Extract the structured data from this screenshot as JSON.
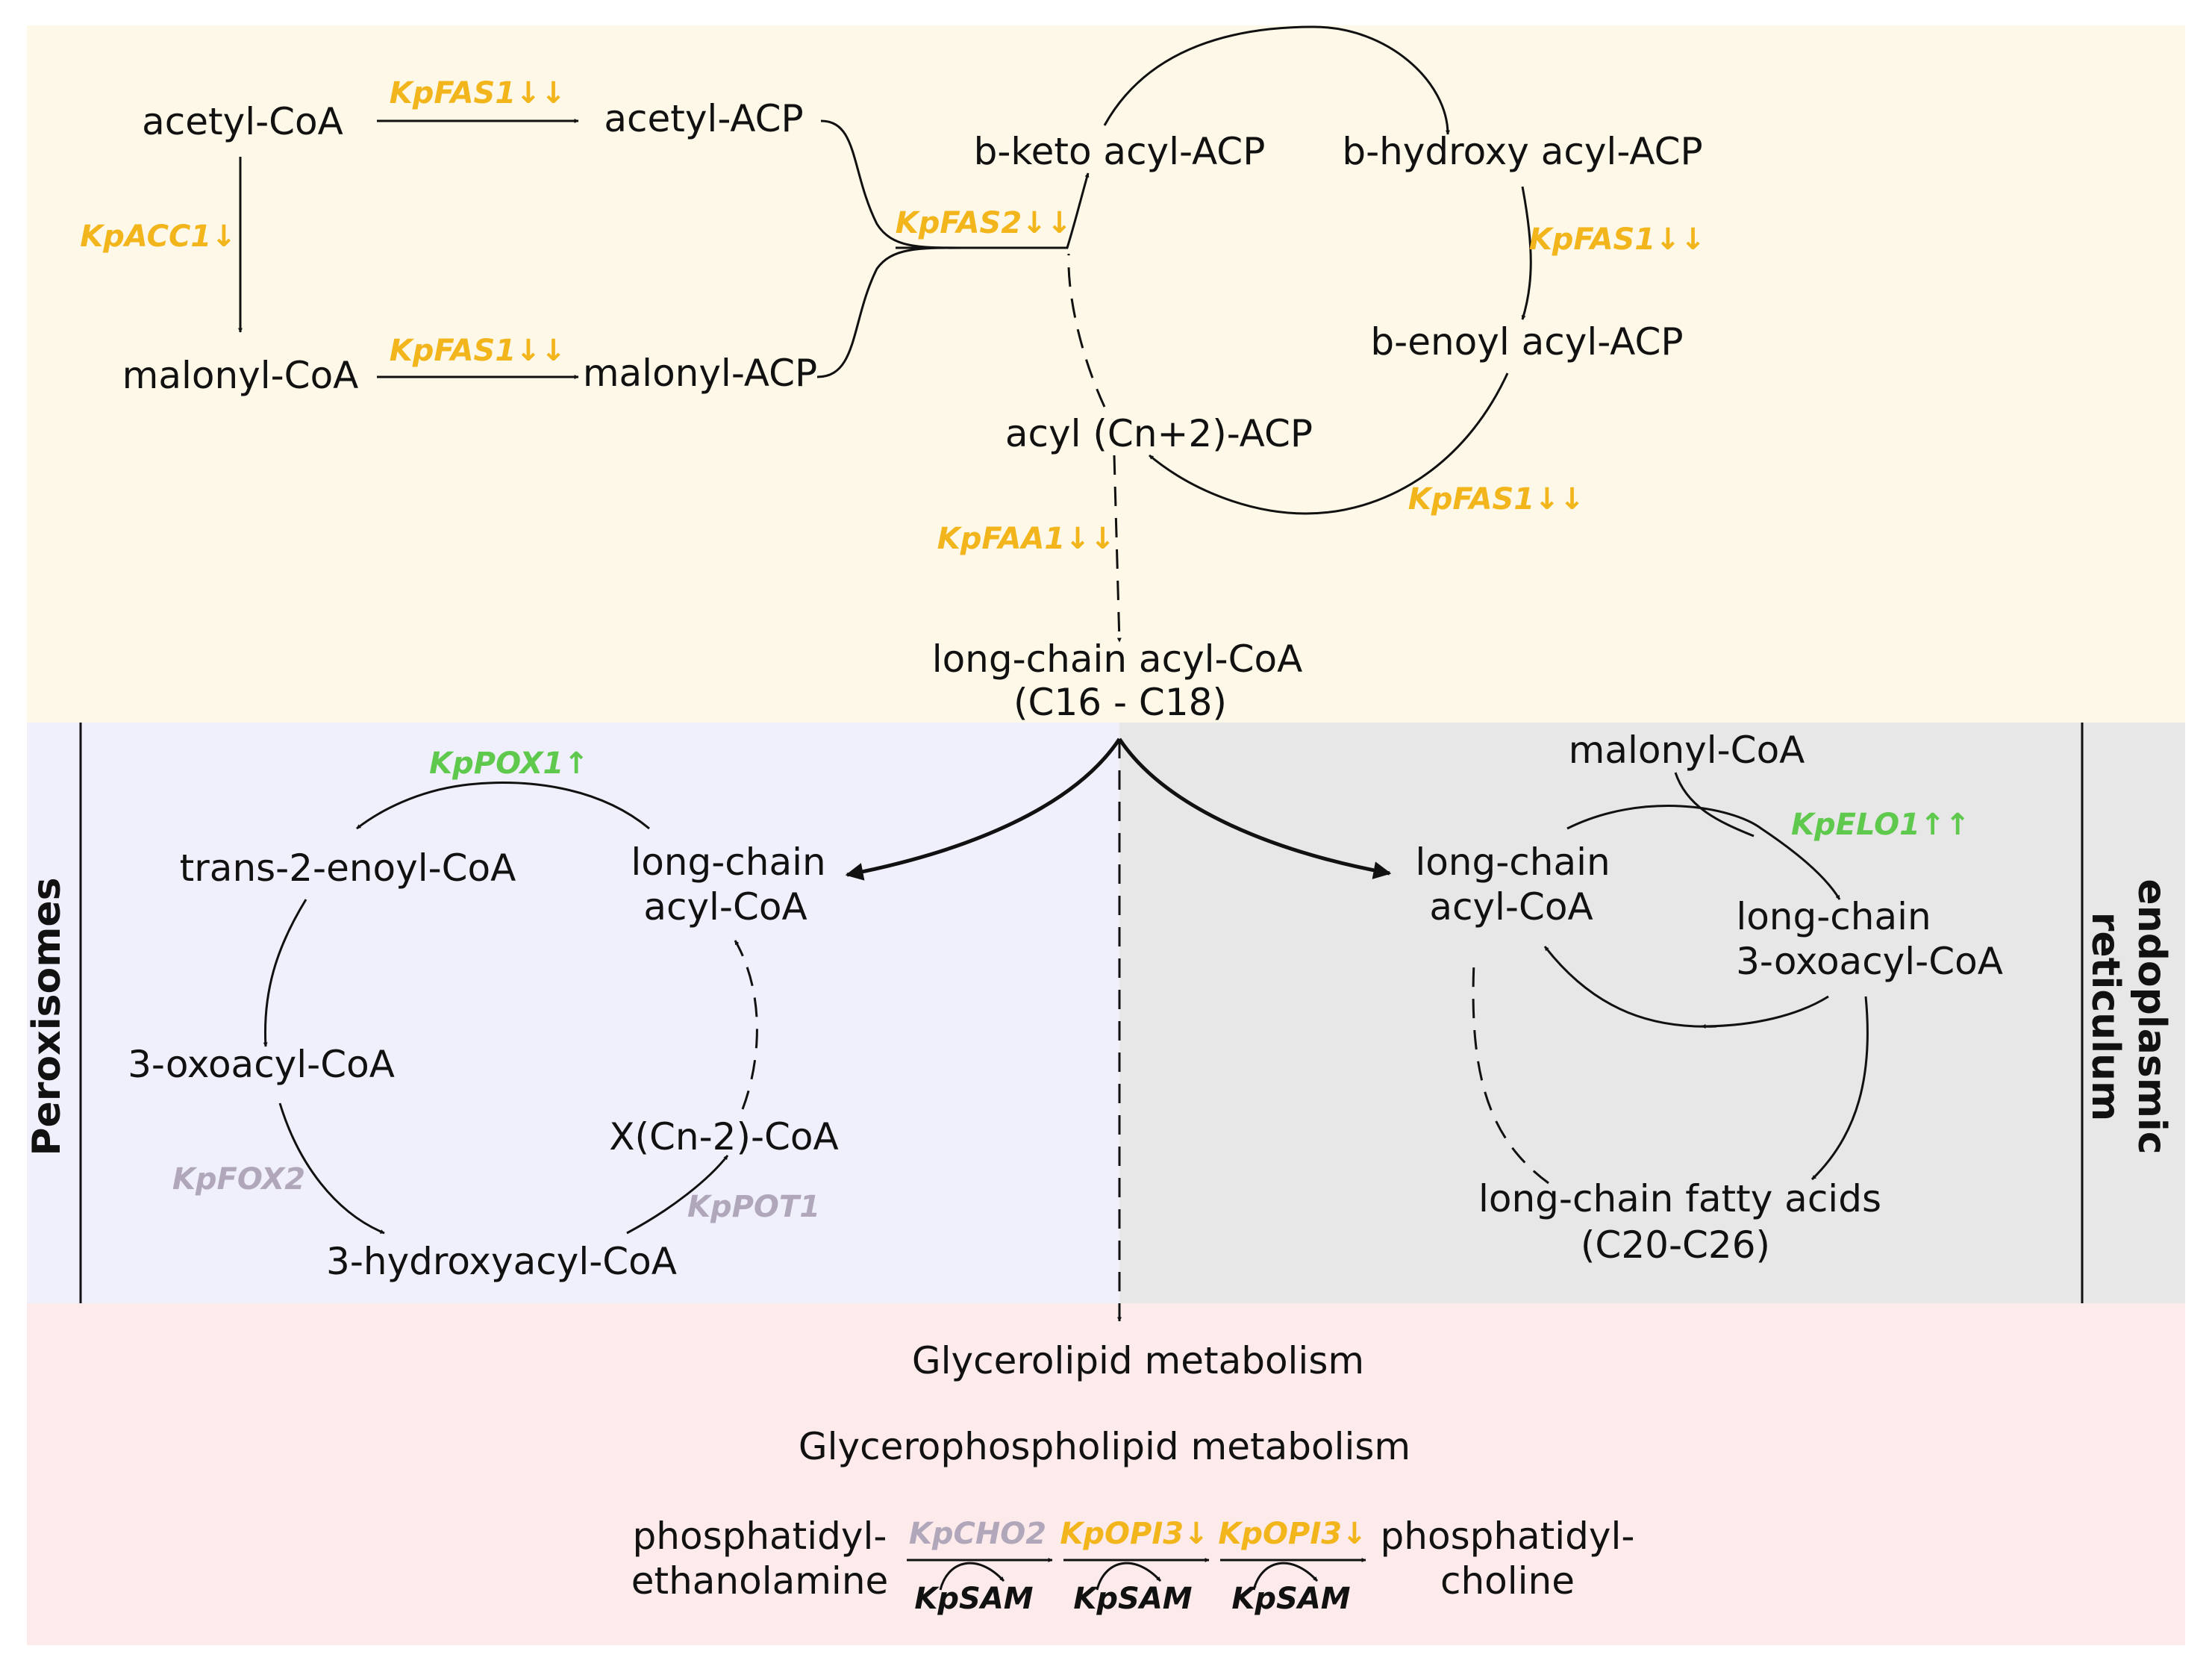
{
  "colors": {
    "cytosol_bg": "#fdf8e7",
    "peroxisome_bg": "#f0f0fc",
    "er_bg": "#e7e7e7",
    "lipid_bg": "#fdeaea",
    "down_regulated": "#f2b51c",
    "up_regulated": "#5ec94c",
    "unchanged": "#b0a7bb"
  },
  "regions": {
    "peroxisomes": "Peroxisomes",
    "er_line1": "endoplasmic",
    "er_line2": "reticulum"
  },
  "metabolites": {
    "acetyl_coa": "acetyl-CoA",
    "acetyl_acp": "acetyl-ACP",
    "malonyl_coa": "malonyl-CoA",
    "malonyl_acp": "malonyl-ACP",
    "b_keto_acyl_acp": "b-keto acyl-ACP",
    "b_hydroxy_acyl_acp": "b-hydroxy acyl-ACP",
    "b_enoyl_acyl_acp": "b-enoyl acyl-ACP",
    "acyl_cn2_acp": "acyl (Cn+2)-ACP",
    "lc_acyl_coa_line1": "long-chain acyl-CoA",
    "lc_acyl_coa_line2": "(C16 - C18)",
    "px_lc_line1": "long-chain",
    "px_lc_line2": "acyl-CoA",
    "trans_enoyl_coa": "trans-2-enoyl-CoA",
    "oxoacyl_coa": "3-oxoacyl-CoA",
    "hydroxyacyl_coa": "3-hydroxyacyl-CoA",
    "x_cn2_coa": "X(Cn-2)-CoA",
    "er_malonyl_coa": "malonyl-CoA",
    "er_lc_line1": "long-chain",
    "er_lc_line2": "acyl-CoA",
    "er_oxo_line1": "long-chain",
    "er_oxo_line2": "3-oxoacyl-CoA",
    "lcfa_line1": "long-chain fatty acids",
    "lcfa_line2": "(C20-C26)",
    "glycerolipid": "Glycerolipid metabolism",
    "glycerophospholipid": "Glycerophospholipid  metabolism",
    "pe_line1": "phosphatidyl-",
    "pe_line2": "ethanolamine",
    "pc_line1": "phosphatidyl-",
    "pc_line2": "choline"
  },
  "enzymes": {
    "fas1_top": "KpFAS1↓↓",
    "acc1": "KpACC1↓",
    "fas1_mid": "KpFAS1↓↓",
    "fas2": "KpFAS2↓↓",
    "fas1_right": "KpFAS1↓↓",
    "fas1_bottom": "KpFAS1↓↓",
    "faa1": "KpFAA1↓↓",
    "pox1": "KpPOX1↑",
    "fox2": "KpFOX2",
    "pot1": "KpPOT1",
    "elo1": "KpELO1↑↑",
    "cho2": "KpCHO2",
    "opi3_a": "KpOPI3↓",
    "opi3_b": "KpOPI3↓",
    "sam_a": "KpSAM",
    "sam_b": "KpSAM",
    "sam_c": "KpSAM"
  }
}
